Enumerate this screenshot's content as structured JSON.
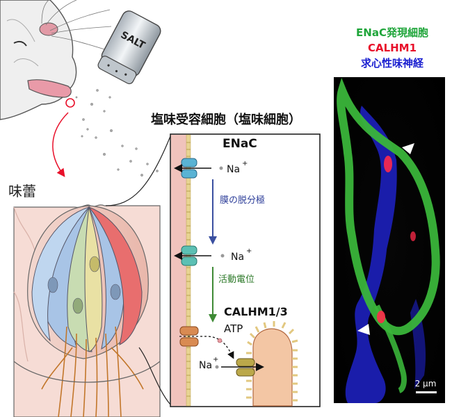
{
  "figure": {
    "cell_title": "塩味受容細胞（塩味細胞）",
    "taste_bud_label": "味蕾",
    "salt_label": "SALT",
    "enac_label": "ENaC",
    "na_label_1": "Na",
    "na_label_2": "Na",
    "na_label_3": "Na",
    "plus": "+",
    "depolarization_label": "膜の脱分極",
    "action_potential_label": "活動電位",
    "calhm_label": "CALHM1/3",
    "atp_label": "ATP",
    "legend": {
      "enac": "ENaC発現細胞",
      "calhm1": "CALHM1",
      "nerve": "求心性味神経"
    },
    "scale_bar": "2 μm"
  },
  "colors": {
    "green": "#1fa53a",
    "red": "#e8102a",
    "blue": "#1a1fd0",
    "arrow_blue": "#3a4fa0",
    "arrow_green": "#3e8a35",
    "enac_teal": "#3a9fc0",
    "calhm_orange": "#c8743c"
  }
}
